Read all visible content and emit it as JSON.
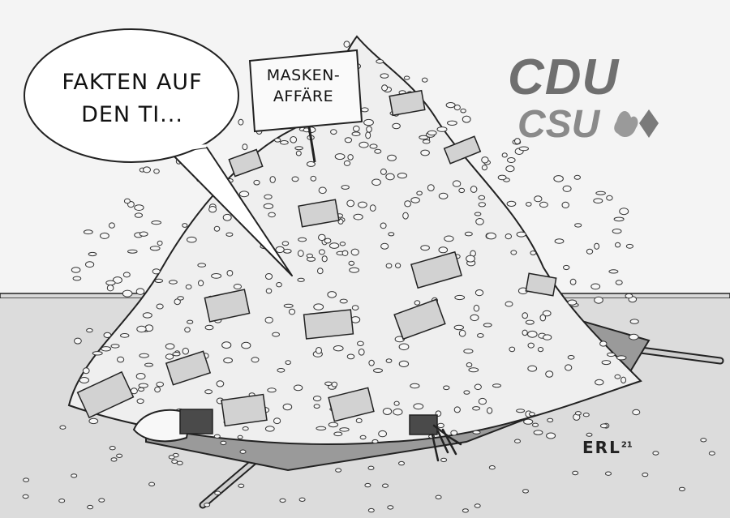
{
  "speech_bubble": {
    "text_line1": "FAKTEN AUF",
    "text_line2": "DEN TI..."
  },
  "sign": {
    "text_line1": "MASKEN-",
    "text_line2": "AFFÄRE"
  },
  "logo": {
    "cdu": "CDU",
    "csu": "CSU"
  },
  "signature": {
    "initials": "ERL",
    "year": "21"
  },
  "colors": {
    "wall": "#f4f4f4",
    "floor": "#dcdcdc",
    "logo_gray": "#6f6f6f",
    "ink": "#111111"
  }
}
